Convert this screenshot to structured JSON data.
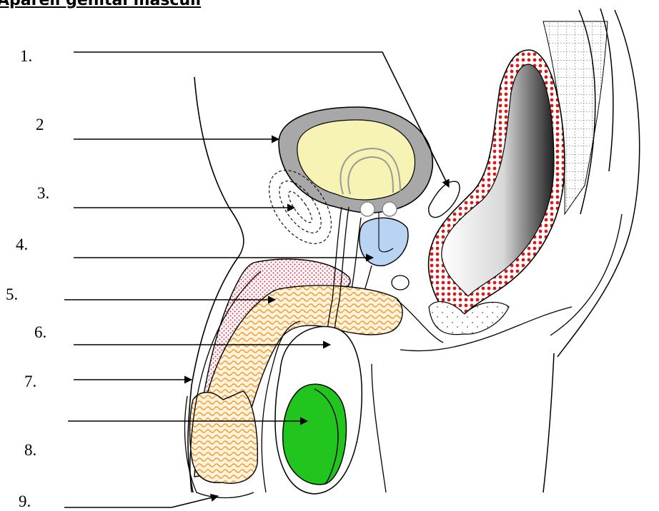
{
  "title": "Aparell genital masculí",
  "numbers": [
    "1.",
    "2",
    "3.",
    "4.",
    "5.",
    "6.",
    "7.",
    "8.",
    "9."
  ],
  "colors": {
    "bladder_wall": "#a8a8a8",
    "bladder_lumen": "#f7f3b4",
    "prostate": "#b9d3f2",
    "corpus_cavernosum": "#f2a8ad",
    "corpus_spongiosum": "#f7c98a",
    "testis": "#22c41e",
    "rectum_wall": "#d81b1b",
    "rectum_lumen_dark": "#2b2b2b"
  }
}
